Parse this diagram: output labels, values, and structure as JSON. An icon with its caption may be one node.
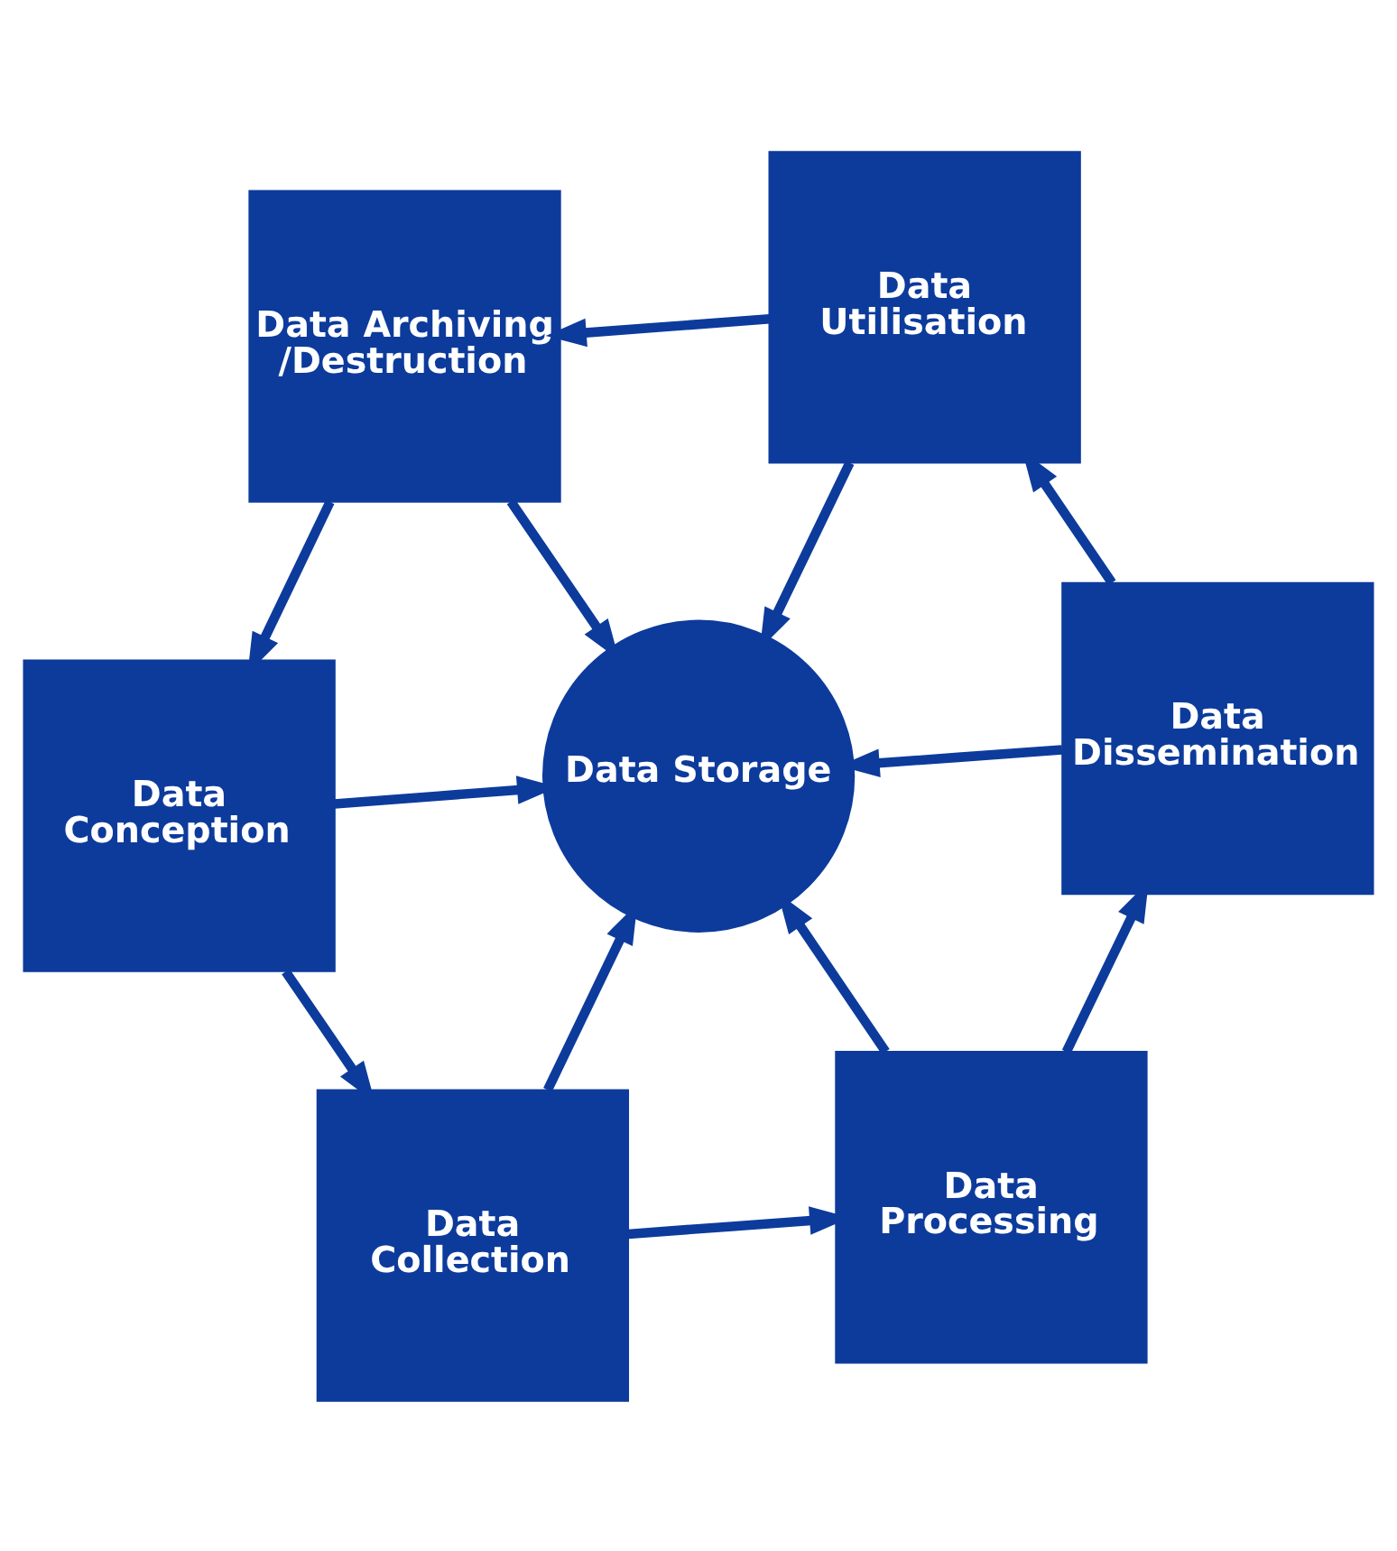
{
  "diagram": {
    "nodes": [
      {
        "text": [
          "Data Conception"
        ]
      },
      {
        "text": [
          "Data Collection"
        ]
      },
      {
        "text": [
          "Data Processing"
        ]
      },
      {
        "text": [
          "Data Dissemination"
        ]
      },
      {
        "text": [
          "Data Utilisation"
        ]
      },
      {
        "text": [
          "Data Archiving /Destruction"
        ]
      },
      {
        "text": [
          "Data Storage"
        ]
      }
    ],
    "edges": [
      {
        "from": 0,
        "to": 1,
        "arrow": "to"
      },
      {
        "from": 1,
        "to": 2,
        "arrow": "to"
      },
      {
        "from": 2,
        "to": 3,
        "arrow": "to"
      },
      {
        "from": 3,
        "to": 4,
        "arrow": "to"
      },
      {
        "from": 4,
        "to": 5,
        "arrow": "to"
      },
      {
        "from": 5,
        "to": 0,
        "arrow": "to"
      },
      {
        "from": 0,
        "to": 6,
        "arrow": "to"
      },
      {
        "from": 1,
        "to": 6,
        "arrow": "to"
      },
      {
        "from": 2,
        "to": 6,
        "arrow": "to"
      },
      {
        "from": 3,
        "to": 6,
        "arrow": "to"
      },
      {
        "from": 4,
        "to": 6,
        "arrow": "to"
      },
      {
        "from": 5,
        "to": 6,
        "arrow": "to"
      }
    ]
  }
}
